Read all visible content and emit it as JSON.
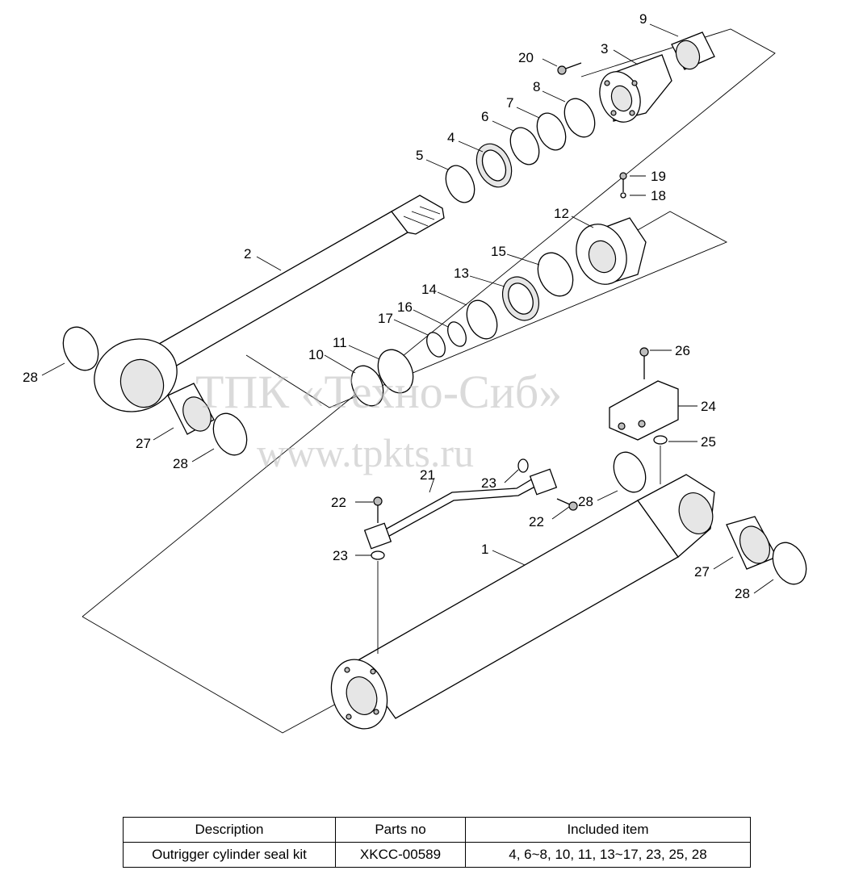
{
  "watermark": {
    "line1": "ТПК «Техно-Сиб»",
    "line2": "www.tpkts.ru"
  },
  "callouts": [
    {
      "id": "c1",
      "label": "1"
    },
    {
      "id": "c2",
      "label": "2"
    },
    {
      "id": "c3",
      "label": "3"
    },
    {
      "id": "c4",
      "label": "4"
    },
    {
      "id": "c5",
      "label": "5"
    },
    {
      "id": "c6",
      "label": "6"
    },
    {
      "id": "c7",
      "label": "7"
    },
    {
      "id": "c8",
      "label": "8"
    },
    {
      "id": "c9",
      "label": "9"
    },
    {
      "id": "c10",
      "label": "10"
    },
    {
      "id": "c11",
      "label": "11"
    },
    {
      "id": "c12",
      "label": "12"
    },
    {
      "id": "c13",
      "label": "13"
    },
    {
      "id": "c14",
      "label": "14"
    },
    {
      "id": "c15",
      "label": "15"
    },
    {
      "id": "c16",
      "label": "16"
    },
    {
      "id": "c17",
      "label": "17"
    },
    {
      "id": "c18",
      "label": "18"
    },
    {
      "id": "c19",
      "label": "19"
    },
    {
      "id": "c20",
      "label": "20"
    },
    {
      "id": "c21",
      "label": "21"
    },
    {
      "id": "c22a",
      "label": "22"
    },
    {
      "id": "c22b",
      "label": "22"
    },
    {
      "id": "c23a",
      "label": "23"
    },
    {
      "id": "c23b",
      "label": "23"
    },
    {
      "id": "c24",
      "label": "24"
    },
    {
      "id": "c25",
      "label": "25"
    },
    {
      "id": "c26",
      "label": "26"
    },
    {
      "id": "c27a",
      "label": "27"
    },
    {
      "id": "c27b",
      "label": "27"
    },
    {
      "id": "c28a",
      "label": "28"
    },
    {
      "id": "c28b",
      "label": "28"
    },
    {
      "id": "c28c",
      "label": "28"
    },
    {
      "id": "c28d",
      "label": "28"
    }
  ],
  "table": {
    "headers": [
      "Description",
      "Parts no",
      "Included item"
    ],
    "rows": [
      [
        "Outrigger cylinder seal kit",
        "XKCC-00589",
        "4, 6~8, 10, 11, 13~17, 23, 25, 28"
      ]
    ]
  }
}
